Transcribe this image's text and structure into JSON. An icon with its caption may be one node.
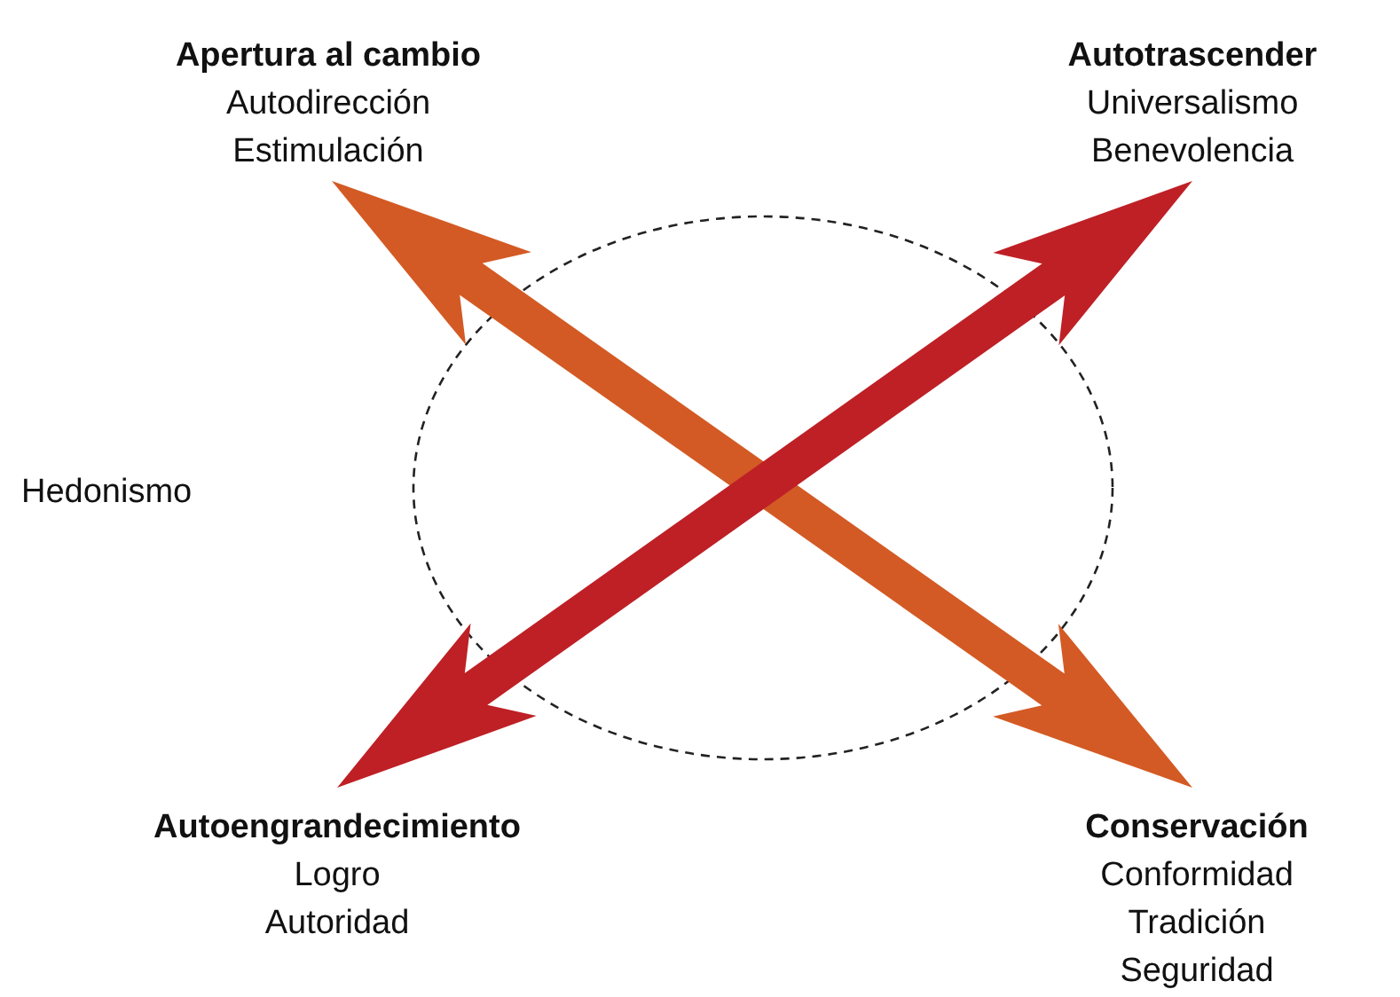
{
  "diagram": {
    "nodes": [
      {
        "text": [
          "Apertura al cambio",
          "Autodirección",
          "Estimulación"
        ]
      },
      {
        "text": [
          "Autotrascender",
          "Universalismo",
          "Benevolencia"
        ]
      },
      {
        "text": [
          "Autoengrandecimiento",
          "Logro",
          "Autoridad"
        ]
      },
      {
        "text": [
          "Conservación",
          "Conformidad",
          "Tradición",
          "Seguridad"
        ]
      }
    ],
    "edges": [
      {
        "from": 0,
        "to": 3,
        "arrow": "both",
        "color": "#d35a24"
      },
      {
        "from": 2,
        "to": 1,
        "arrow": "both",
        "color": "#be2026"
      }
    ],
    "labels": [
      "Hedonismo"
    ]
  }
}
